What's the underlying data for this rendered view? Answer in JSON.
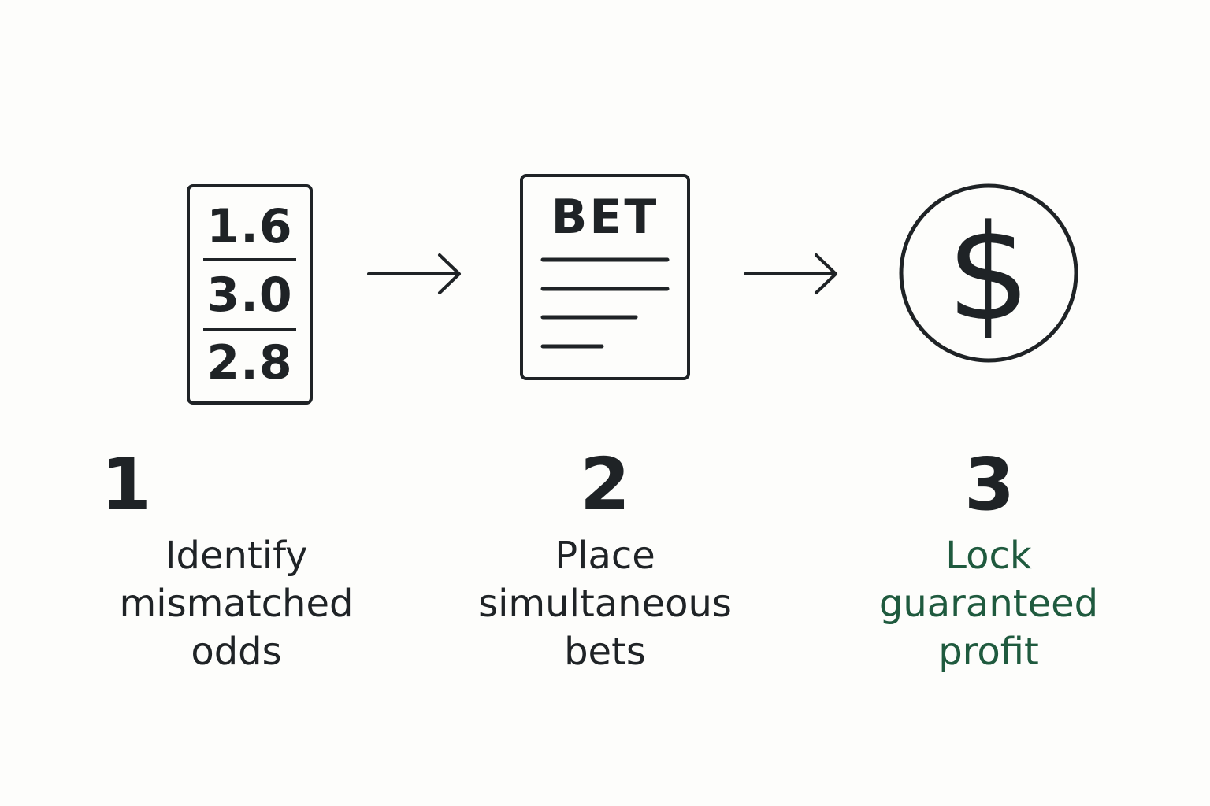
{
  "colors": {
    "background": "#fdfdfb",
    "ink": "#1f2326",
    "accent_green": "#1f5a3e"
  },
  "steps": [
    {
      "number": "1",
      "icon": "odds-card-icon",
      "icon_text": [
        "1.6",
        "3.0",
        "2.8"
      ],
      "label_lines": [
        "Identify",
        "mismatched",
        "odds"
      ]
    },
    {
      "number": "2",
      "icon": "bet-slip-icon",
      "icon_text": [
        "BET"
      ],
      "label_lines": [
        "Place",
        "simultaneous",
        "bets"
      ]
    },
    {
      "number": "3",
      "icon": "dollar-icon",
      "icon_text": [
        "$"
      ],
      "label_lines": [
        "Lock",
        "guaranteed",
        "profit"
      ]
    }
  ],
  "connectors": [
    "arrow-right-icon",
    "arrow-right-icon"
  ]
}
